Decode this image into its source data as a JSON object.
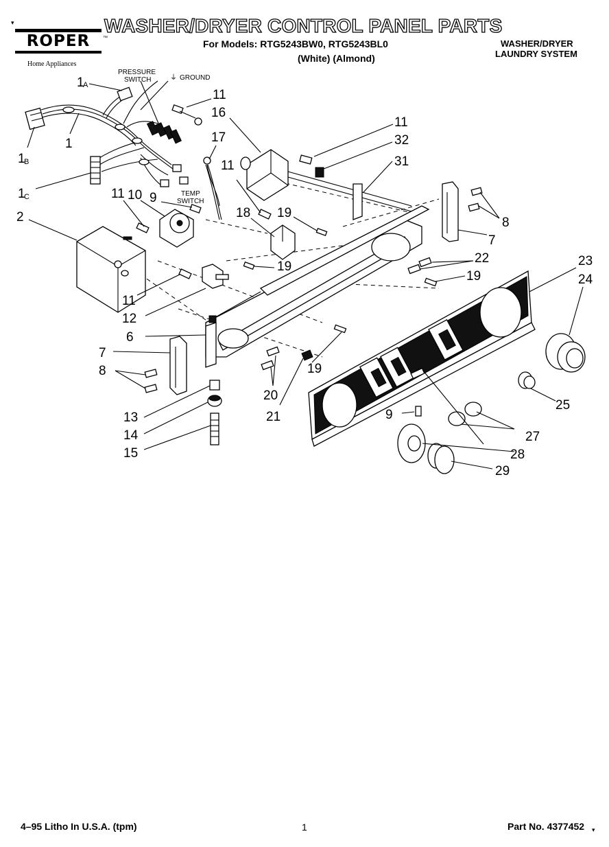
{
  "header": {
    "brand": "ROPER",
    "brand_tm": "™",
    "brand_sub": "Home Appliances",
    "title": "WASHER/DRYER CONTROL PANEL PARTS",
    "models": "For Models: RTG5243BW0, RTG5243BL0",
    "colors": "(White)    (Almond)",
    "system_line1": "WASHER/DRYER",
    "system_line2": "LAUNDRY SYSTEM",
    "corner_mark": "▾"
  },
  "callouts": {
    "pressure_switch_1": "PRESSURE",
    "pressure_switch_2": "SWITCH",
    "ground": "GROUND",
    "temp_switch_1": "TEMP",
    "temp_switch_2": "SWITCH"
  },
  "part_numbers": {
    "p1": "1",
    "p1a": "1",
    "p1a_sub": "A",
    "p1b": "1",
    "p1b_sub": "B",
    "p1c": "1",
    "p1c_sub": "C",
    "p2": "2",
    "p6": "6",
    "p7a": "7",
    "p7b": "7",
    "p8a": "8",
    "p8b": "8",
    "p9a": "9",
    "p9b": "9",
    "p10": "10",
    "p11a": "11",
    "p11b": "11",
    "p11c": "11",
    "p11d": "11",
    "p11e": "11",
    "p12": "12",
    "p13": "13",
    "p14": "14",
    "p15": "15",
    "p16": "16",
    "p17": "17",
    "p18": "18",
    "p19a": "19",
    "p19b": "19",
    "p19c": "19",
    "p19d": "19",
    "p20": "20",
    "p21": "21",
    "p22": "22",
    "p23": "23",
    "p24": "24",
    "p25": "25",
    "p27": "27",
    "p28": "28",
    "p29": "29",
    "p31": "31",
    "p32": "32"
  },
  "footer": {
    "print_info": "4–95 Litho In U.S.A. (tpm)",
    "page_number": "1",
    "part_number": "Part No. 4377452",
    "mark": "▾"
  }
}
